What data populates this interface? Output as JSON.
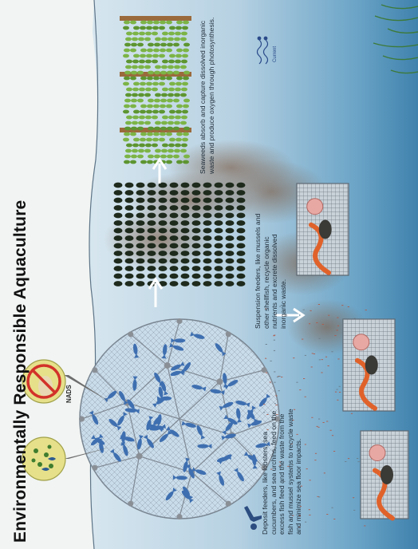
{
  "title": "Environmentally Responsible Aquaculture",
  "captions": {
    "seaweed": "Seaweeds absorb and capture dissolved inorganic waste and produce oxygen through photosynthesis.",
    "suspension": "Suspension feeders, like mussels and other shellfish, recycle organic nutrients and excrete dissolved inorganic waste.",
    "deposit": "Deposit feeders, like lobsters, sea cucumbers, and sea urchins, feed on the excess fish feed and the waste from the fish and mussel systems to recycle waste and minimize sea floor impacts."
  },
  "labels": {
    "current": "Current",
    "no_nads": "NADS"
  },
  "colors": {
    "water": "#b9d4e4",
    "deep_water": "#4f8fb8",
    "fish": "#3e6fb0",
    "waste_plume": "#8a6a52",
    "seaweed": "#6fa83a",
    "mussel": "#1e2a1c",
    "lobster": "#e0622b",
    "cage": "#7c8792"
  },
  "icons": [
    "no-nads-icon",
    "feed-pellets-icon",
    "current-arrow-icon",
    "diver-icon"
  ]
}
